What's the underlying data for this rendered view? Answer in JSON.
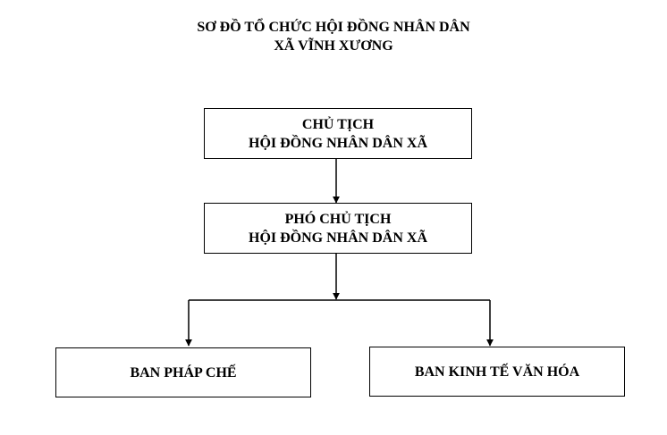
{
  "title": {
    "line1": "SƠ ĐỒ TỔ CHỨC HỘI ĐỒNG NHÂN DÂN",
    "line2": "XÃ VĨNH XƯƠNG"
  },
  "nodes": {
    "chairman": {
      "line1": "CHỦ TỊCH",
      "line2": "HỘI ĐỒNG NHÂN DÂN XÃ"
    },
    "vice_chairman": {
      "line1": "PHÓ CHỦ TỊCH",
      "line2": "HỘI ĐỒNG NHÂN DÂN XÃ"
    },
    "legal_committee": {
      "label": "BAN PHÁP CHẾ"
    },
    "economic_cultural_committee": {
      "label": "BAN KINH TẾ VĂN HÓA"
    }
  },
  "colors": {
    "line": "#000000",
    "text": "#000000",
    "background": "#ffffff"
  }
}
